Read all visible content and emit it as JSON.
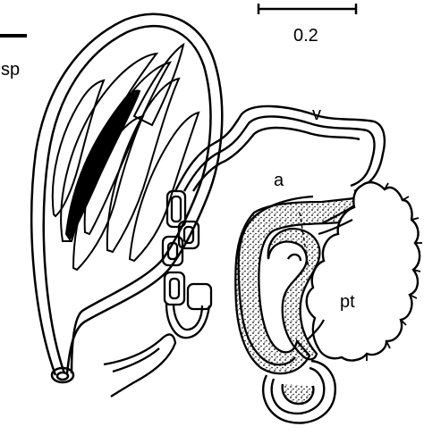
{
  "labels": {
    "sp": "sp",
    "v": "v",
    "a": "a",
    "pt": "pt"
  },
  "scale_bar": {
    "value": "0.2"
  },
  "colors": {
    "ink": "#000000",
    "paper": "#ffffff"
  }
}
